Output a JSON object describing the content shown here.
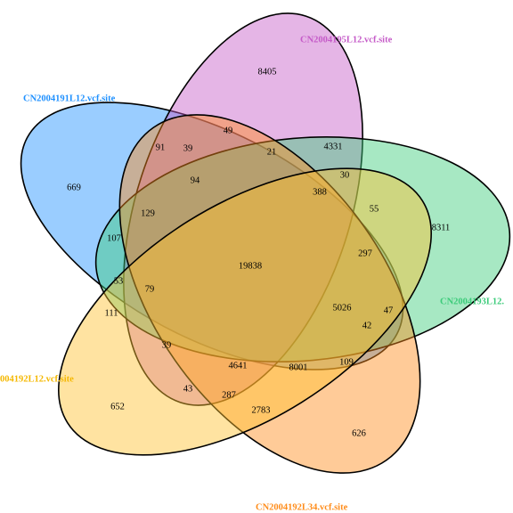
{
  "sets": [
    {
      "id": "set191",
      "name": "CN2004191L12.vcf.site",
      "color": "#1E90FF",
      "label_color": "#1E90FF"
    },
    {
      "id": "set195",
      "name": "CN2004195L12.vcf.site",
      "color": "#C55BC8",
      "label_color": "#C55BC8"
    },
    {
      "id": "set193",
      "name": "CN2004193L12.",
      "color": "#3CCB7A",
      "label_color": "#3CCB7A"
    },
    {
      "id": "set192l34",
      "name": "CN2004192L34.vcf.site",
      "color": "#FF8C1A",
      "label_color": "#FF8C1A"
    },
    {
      "id": "set192l12",
      "name": "004192L12.vcf.site",
      "color": "#FFC12E",
      "label_color": "#F5B800"
    }
  ],
  "regions": [
    {
      "id": "r8405",
      "value": "8405"
    },
    {
      "id": "r669",
      "value": "669"
    },
    {
      "id": "r8311",
      "value": "8311"
    },
    {
      "id": "r652",
      "value": "652"
    },
    {
      "id": "r626",
      "value": "626"
    },
    {
      "id": "r91",
      "value": "91"
    },
    {
      "id": "r49",
      "value": "49"
    },
    {
      "id": "r39a",
      "value": "39"
    },
    {
      "id": "r21",
      "value": "21"
    },
    {
      "id": "r4331",
      "value": "4331"
    },
    {
      "id": "r94",
      "value": "94"
    },
    {
      "id": "r30",
      "value": "30"
    },
    {
      "id": "r388",
      "value": "388"
    },
    {
      "id": "r129",
      "value": "129"
    },
    {
      "id": "r55",
      "value": "55"
    },
    {
      "id": "r107",
      "value": "107"
    },
    {
      "id": "r19838",
      "value": "19838"
    },
    {
      "id": "r297",
      "value": "297"
    },
    {
      "id": "r53",
      "value": "53"
    },
    {
      "id": "r79",
      "value": "79"
    },
    {
      "id": "r5026",
      "value": "5026"
    },
    {
      "id": "r47",
      "value": "47"
    },
    {
      "id": "r111",
      "value": "111"
    },
    {
      "id": "r42",
      "value": "42"
    },
    {
      "id": "r39b",
      "value": "39"
    },
    {
      "id": "r4641",
      "value": "4641"
    },
    {
      "id": "r8001",
      "value": "8001"
    },
    {
      "id": "r109",
      "value": "109"
    },
    {
      "id": "r43",
      "value": "43"
    },
    {
      "id": "r287",
      "value": "287"
    },
    {
      "id": "r2783",
      "value": "2783"
    }
  ]
}
